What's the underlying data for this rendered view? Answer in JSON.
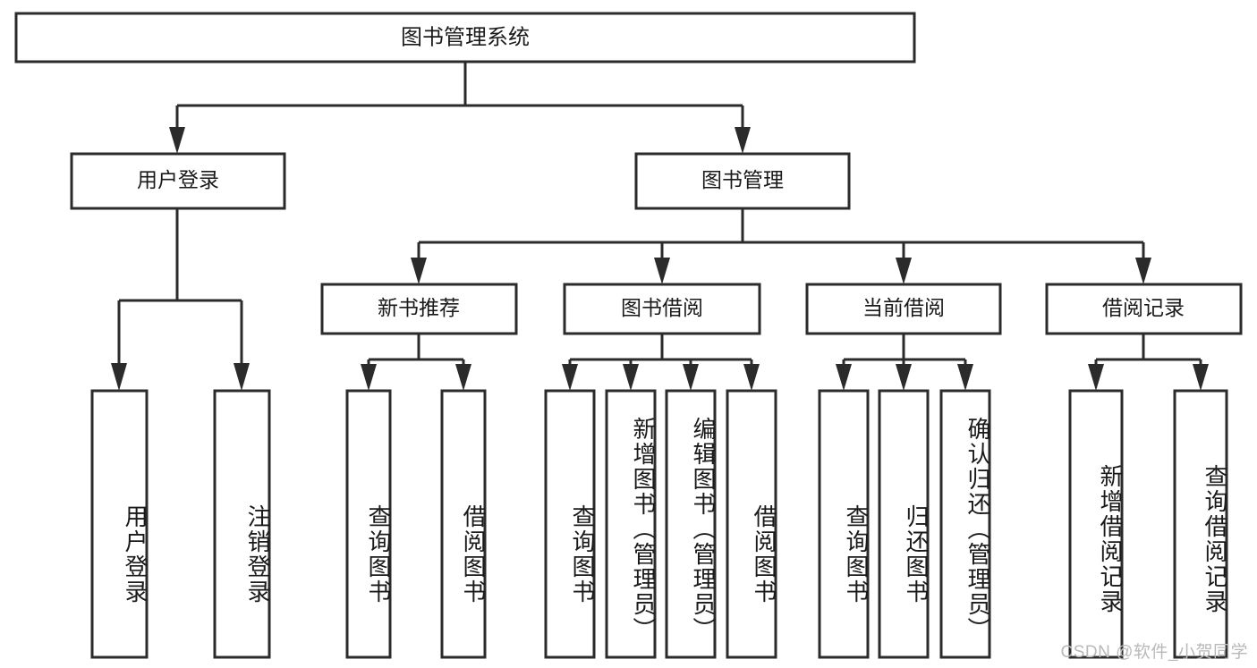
{
  "diagram": {
    "title": "图书管理系统",
    "watermark": "CSDN @软件_小贺同学",
    "type": "tree",
    "orientation": "top-down",
    "root": {
      "label": "图书管理系统"
    },
    "level2": [
      {
        "id": "user-login",
        "label": "用户登录"
      },
      {
        "id": "book-management",
        "label": "图书管理"
      }
    ],
    "level3": [
      {
        "id": "new-book-recommend",
        "label": "新书推荐",
        "parent": "book-management"
      },
      {
        "id": "book-borrow",
        "label": "图书借阅",
        "parent": "book-management"
      },
      {
        "id": "current-borrow",
        "label": "当前借阅",
        "parent": "book-management"
      },
      {
        "id": "borrow-record",
        "label": "借阅记录",
        "parent": "book-management"
      }
    ],
    "leaves": [
      {
        "id": "leaf-user-login",
        "label": "用户登录",
        "parent": "user-login"
      },
      {
        "id": "leaf-logout",
        "label": "注销登录",
        "parent": "user-login"
      },
      {
        "id": "leaf-query-book-1",
        "label": "查询图书",
        "parent": "new-book-recommend"
      },
      {
        "id": "leaf-borrow-book-1",
        "label": "借阅图书",
        "parent": "new-book-recommend"
      },
      {
        "id": "leaf-query-book-2",
        "label": "查询图书",
        "parent": "book-borrow"
      },
      {
        "id": "leaf-add-book",
        "label": "新增图书（管理员）",
        "parent": "book-borrow"
      },
      {
        "id": "leaf-edit-book",
        "label": "编辑图书（管理员）",
        "parent": "book-borrow"
      },
      {
        "id": "leaf-borrow-book-2",
        "label": "借阅图书",
        "parent": "book-borrow"
      },
      {
        "id": "leaf-query-book-3",
        "label": "查询图书",
        "parent": "current-borrow"
      },
      {
        "id": "leaf-return-book",
        "label": "归还图书",
        "parent": "current-borrow"
      },
      {
        "id": "leaf-confirm-return",
        "label": "确认归还（管理员）",
        "parent": "current-borrow"
      },
      {
        "id": "leaf-add-record",
        "label": "新增借阅记录",
        "parent": "borrow-record"
      },
      {
        "id": "leaf-query-record",
        "label": "查询借阅记录",
        "parent": "borrow-record"
      }
    ],
    "colors": {
      "stroke": "#2b2b2b",
      "fill": "#ffffff",
      "text": "#1a1a1a",
      "watermark": "#b9b9b9"
    }
  }
}
